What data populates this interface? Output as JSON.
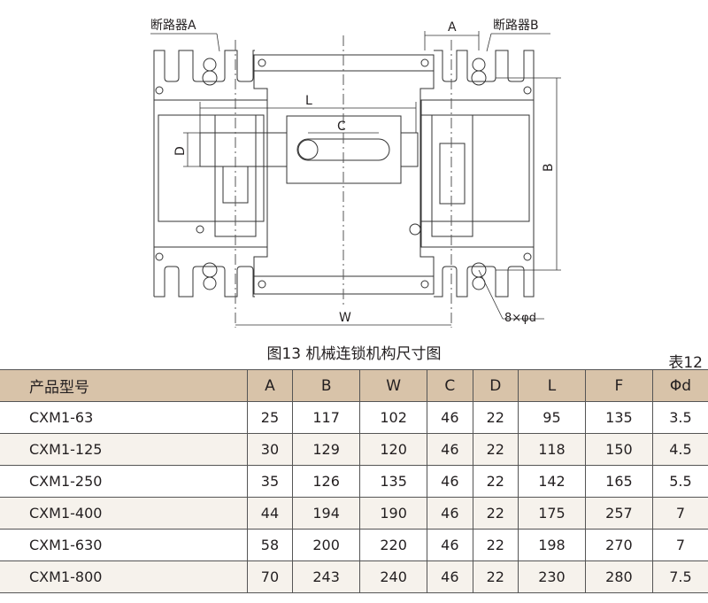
{
  "drawing": {
    "label_breaker_a": "断路器A",
    "label_breaker_b": "断路器B",
    "dim_a": "A",
    "dim_b": "B",
    "dim_c": "C",
    "dim_d": "D",
    "dim_l": "L",
    "dim_w": "W",
    "hole_note": "8×φd"
  },
  "caption": "图13 机械连锁机构尺寸图",
  "table_number": "表12",
  "table": {
    "headers": [
      "产品型号",
      "A",
      "B",
      "W",
      "C",
      "D",
      "L",
      "F",
      "Φd"
    ],
    "rows": [
      [
        "CXM1-63",
        "25",
        "117",
        "102",
        "46",
        "22",
        "95",
        "135",
        "3.5"
      ],
      [
        "CXM1-125",
        "30",
        "129",
        "120",
        "46",
        "22",
        "118",
        "150",
        "4.5"
      ],
      [
        "CXM1-250",
        "35",
        "126",
        "135",
        "46",
        "22",
        "142",
        "165",
        "5.5"
      ],
      [
        "CXM1-400",
        "44",
        "194",
        "190",
        "46",
        "22",
        "175",
        "257",
        "7"
      ],
      [
        "CXM1-630",
        "58",
        "200",
        "220",
        "46",
        "22",
        "198",
        "270",
        "7"
      ],
      [
        "CXM1-800",
        "70",
        "243",
        "240",
        "46",
        "22",
        "230",
        "280",
        "7.5"
      ]
    ]
  }
}
